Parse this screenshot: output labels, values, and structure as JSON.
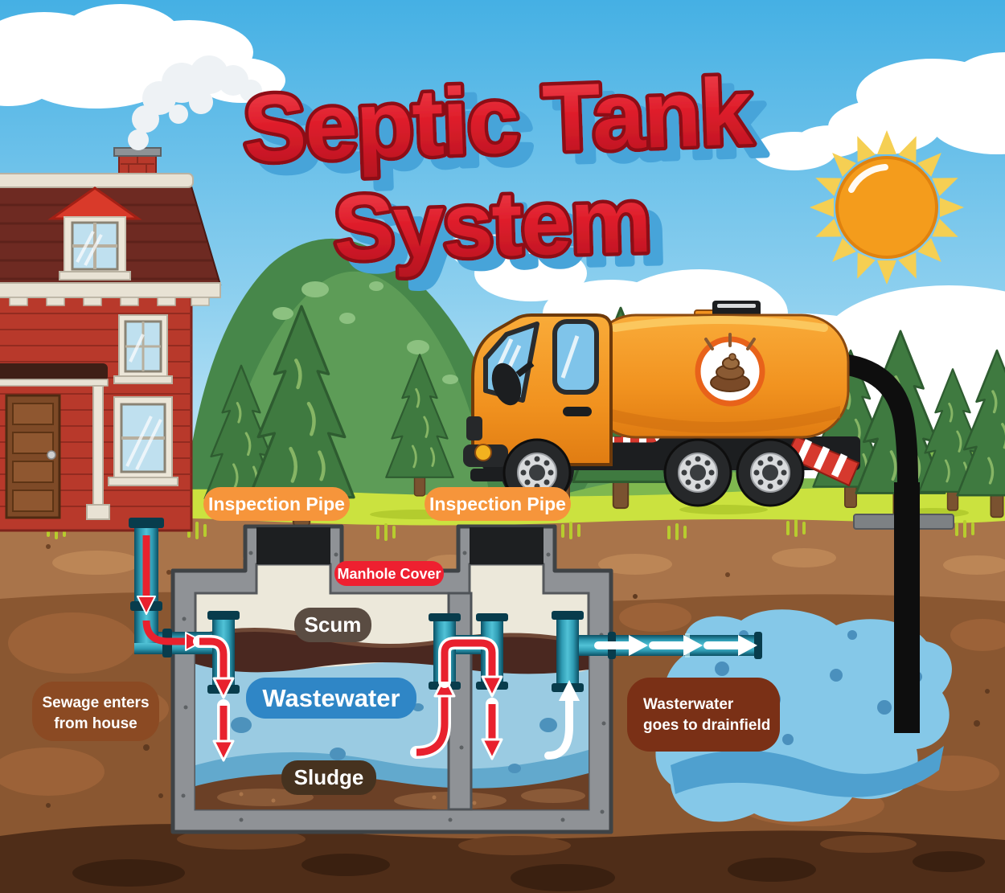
{
  "title": {
    "line1": "Septic Tank",
    "line2": "System"
  },
  "labels": {
    "inspection_pipe_left": "Inspection Pipe",
    "inspection_pipe_right": "Inspection Pipe",
    "manhole_cover": "Manhole Cover",
    "scum": "Scum",
    "wastewater": "Wastewater",
    "sludge": "Sludge",
    "sewage_line1": "Sewage enters",
    "sewage_line2": "from house",
    "drainfield_line1": "Wasterwater",
    "drainfield_line2": "goes to drainfield"
  },
  "icons": {
    "sun": "sun-icon",
    "cloud": "cloud-icon",
    "truck_emblem": "poop-icon",
    "smoke": "smoke-icon"
  },
  "colors": {
    "title_red": "#d8232f",
    "title_shadow_blue": "#47a4d9",
    "label_orange": "#f6953b",
    "label_red": "#ee2030",
    "label_blue": "#2f86c6",
    "label_scum_brown": "#5a4c42",
    "label_sludge_brown": "#46321f",
    "label_sewage_brown": "#8b4a23",
    "label_rust": "#7a3016",
    "pipe_teal": "#2f9cb4",
    "arrow_red": "#e8212e",
    "arrow_white": "#ffffff",
    "grass_green": "#cbe23f",
    "soil_brown": "#8a5731",
    "water_blue": "#9acbe2"
  }
}
